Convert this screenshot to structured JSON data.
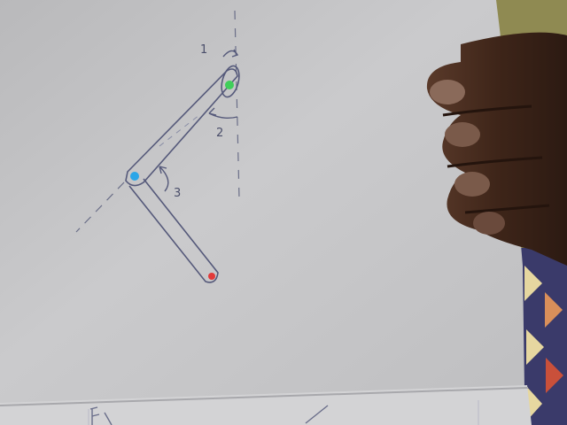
{
  "sketch": {
    "angle_labels": [
      "1",
      "2",
      "3"
    ],
    "joint_colors": {
      "top": "#3fce5a",
      "middle": "#2aa6e8",
      "bottom": "#e23a3a"
    }
  },
  "scene": {
    "paper_color": "#c7c7c9",
    "background_color": "#8f8a55",
    "ink_color": "#55597a",
    "skin_color": "#3a2418"
  }
}
